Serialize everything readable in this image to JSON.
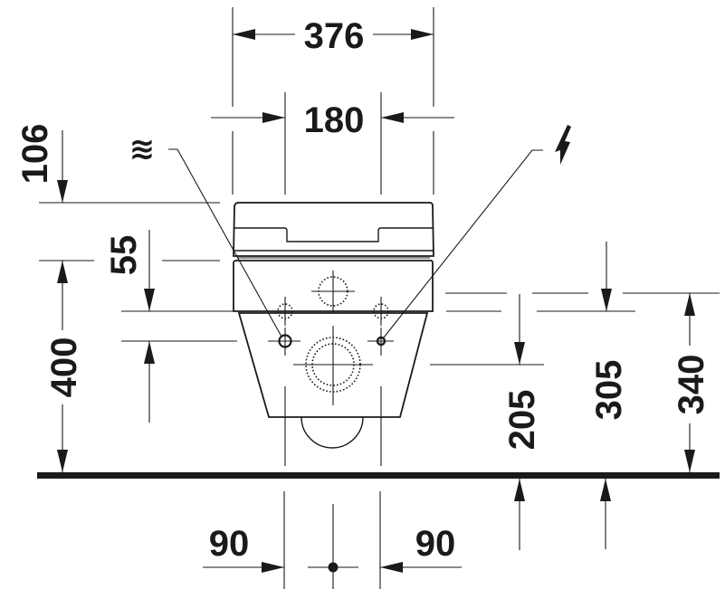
{
  "drawing": {
    "type": "technical-dimension-drawing",
    "subject": "wall-mounted toilet with seat, front view",
    "unit": "mm",
    "colors": {
      "line": "#1a1a1a",
      "background": "#ffffff"
    }
  },
  "dimensions": {
    "overall_width": "376",
    "fixing_spacing": "180",
    "seat_height_above_top": "106",
    "inlet_offset": "55",
    "height_400": "400",
    "height_205": "205",
    "height_305": "305",
    "height_340": "340",
    "offset_left": "90",
    "offset_right": "90"
  },
  "symbols": {
    "water": {
      "icon": "water-supply-icon",
      "glyph": "≋"
    },
    "power": {
      "icon": "electric-supply-icon",
      "glyph": "⚡"
    }
  }
}
